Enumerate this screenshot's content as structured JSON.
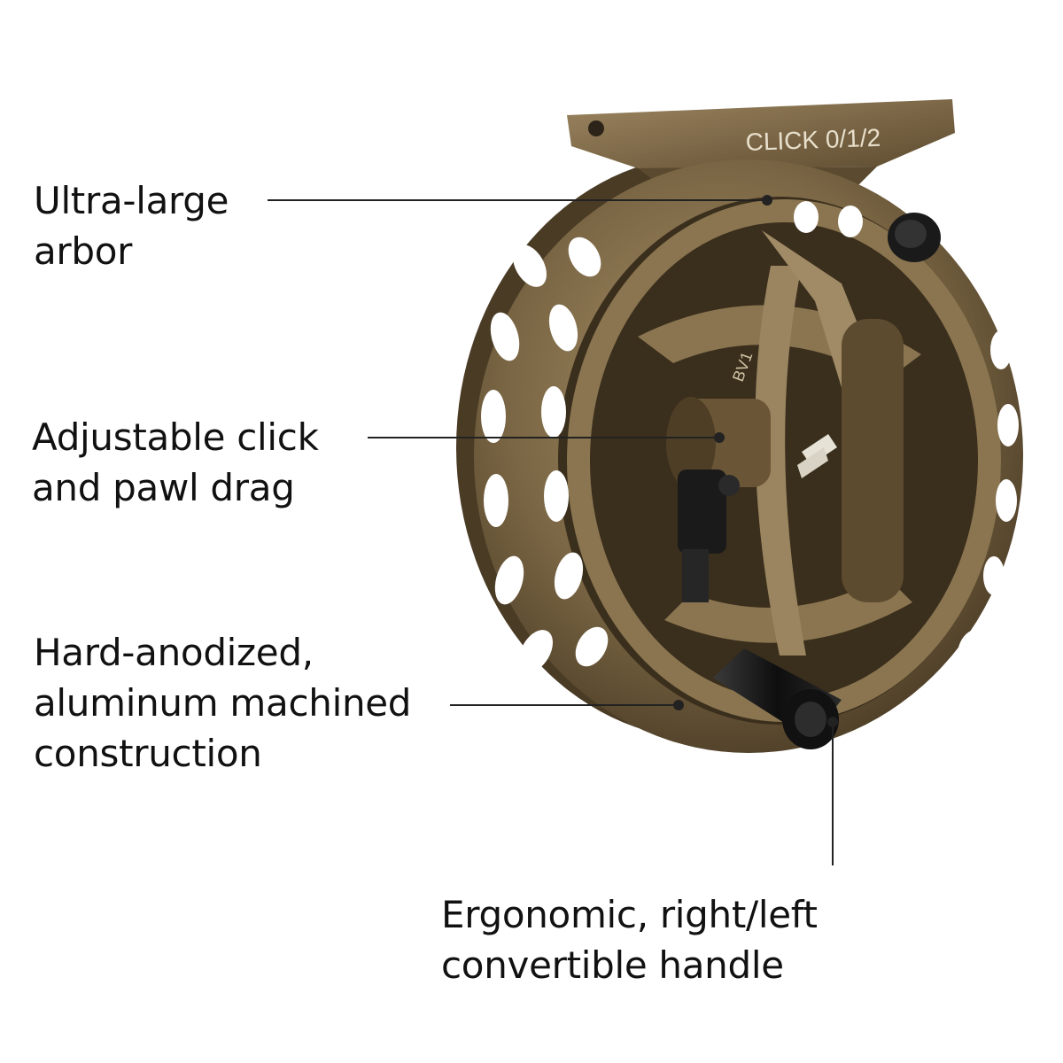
{
  "colors": {
    "background": "#ffffff",
    "text": "#111111",
    "callout_line": "#222222",
    "reel_body": "#7a6644",
    "reel_highlight": "#a89068",
    "reel_shadow": "#4a3b25",
    "knob": "#1a1a1a"
  },
  "reel": {
    "foot_marking": "CLICK 0/1/2",
    "frame_marking": "BV1"
  },
  "callouts": [
    {
      "name": "callout-arbor",
      "lines": [
        "Ultra-large",
        "arbor"
      ]
    },
    {
      "name": "callout-drag",
      "lines": [
        "Adjustable click",
        "and pawl drag"
      ]
    },
    {
      "name": "callout-construction",
      "lines": [
        "Hard-anodized,",
        "aluminum machined",
        "construction"
      ]
    },
    {
      "name": "callout-handle",
      "lines": [
        "Ergonomic, right/left",
        "convertible handle"
      ]
    }
  ]
}
